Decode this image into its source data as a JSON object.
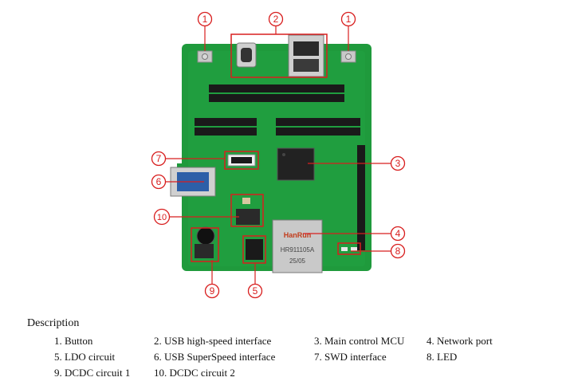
{
  "diagram": {
    "callouts": [
      "1",
      "2",
      "1",
      "3",
      "4",
      "5",
      "6",
      "7",
      "8",
      "9",
      "10"
    ],
    "chip_labels": {
      "network_brand": "HanRun",
      "network_part": "HR911105A",
      "network_date": "25/05"
    },
    "colors": {
      "pcb": "#1f9a3c",
      "pcb_dark": "#137a2c",
      "callout": "#d81e1e",
      "header": "#1a1a1a",
      "metal": "#c9c9c9"
    }
  },
  "description": {
    "title": "Description",
    "items": [
      "1. Button",
      "2. USB high-speed interface",
      "3. Main control MCU",
      "4. Network port",
      "5. LDO circuit",
      "6. USB SuperSpeed interface",
      "7. SWD interface",
      "8. LED",
      "9. DCDC circuit 1",
      "10. DCDC circuit 2"
    ]
  }
}
